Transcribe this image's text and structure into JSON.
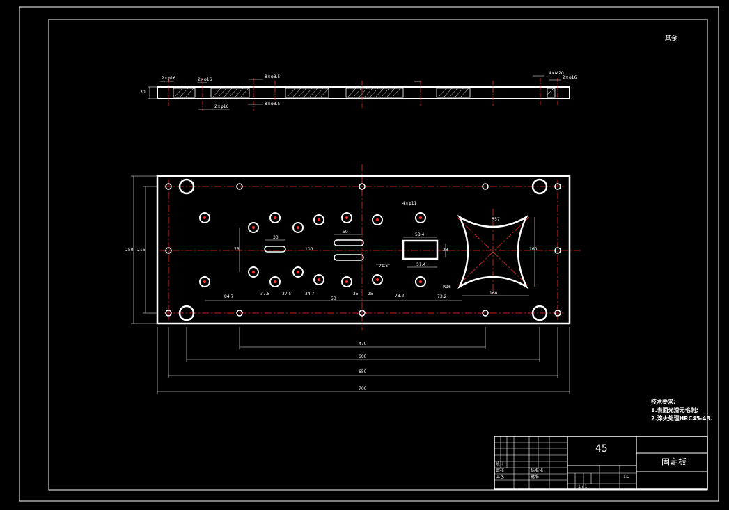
{
  "sheet": {
    "material": "45",
    "part_name": "固定板",
    "corner_note": "其余",
    "scale": "1:2",
    "sheet_nums": "1 / 1"
  },
  "tech_requirements": {
    "heading": "技术要求:",
    "items": [
      "1.表面光滑无毛刺;",
      "2.淬火处理HRC45-48."
    ]
  },
  "plan_dims": {
    "overall_length": "700",
    "holes_span_1": "650",
    "holes_span_2": "600",
    "holes_span_3": "470",
    "overall_height": "250",
    "inner_height": "216",
    "bottom_dims": [
      "84.7",
      "37.5",
      "37.5",
      "34.7",
      "50",
      "25",
      "25",
      "73.2",
      "73.2",
      "160"
    ],
    "slot_length": "50",
    "slot_small": "33",
    "rect_w_top": "58.4",
    "rect_w_bottom": "51.4",
    "rect_h": "23",
    "offset_x": "71.5",
    "cross_dim": "R57",
    "cross_h": "160",
    "side_v": "75",
    "side_v2": "100",
    "corner_r": "R16",
    "small_note": "4×φ11"
  },
  "section_dims": {
    "thickness": "30",
    "left_1": "2×φ16",
    "left_2": "2×φ16",
    "left_3": "2×φ16",
    "mid_1": "8×φ8.5",
    "mid_2": "8×φ8.5",
    "right_1": "4×M20",
    "right_2": "2×φ16"
  },
  "title_block": {
    "row_labels": [
      "设计",
      "审核",
      "工艺",
      "标准化",
      "批准"
    ]
  }
}
